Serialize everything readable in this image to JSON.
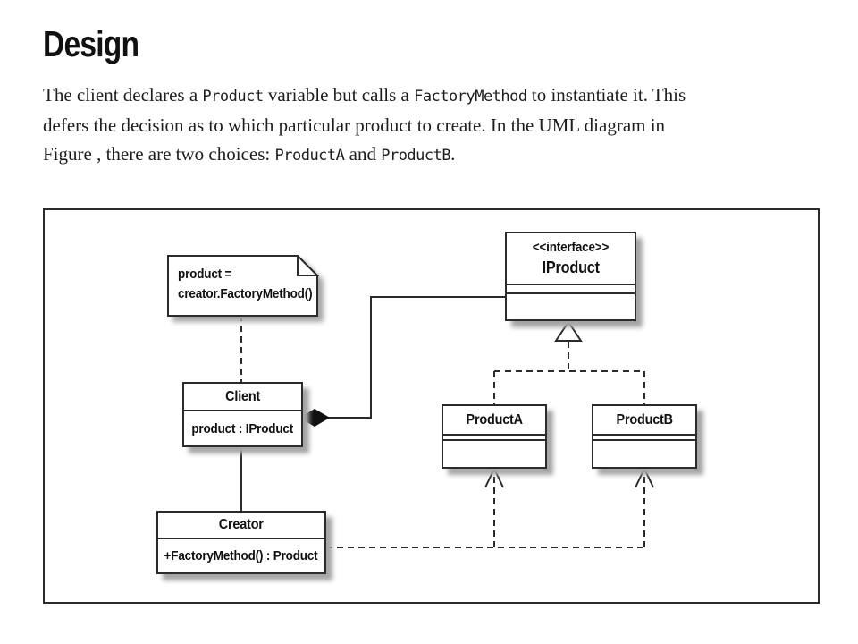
{
  "heading": "Design",
  "intro": {
    "parts": [
      "The client declares a ",
      "Product",
      " variable but calls a ",
      "FactoryMethod",
      " to instantiate it. This",
      "defers the decision as to which particular product to create. In the UML diagram in",
      "Figure , there are two choices: ",
      "ProductA",
      " and ",
      "ProductB",
      "."
    ]
  },
  "diagram": {
    "note": {
      "line1": "product =",
      "line2": "creator.FactoryMethod()"
    },
    "interface_box": {
      "stereotype": "<<interface>>",
      "name": "IProduct"
    },
    "client_box": {
      "name": "Client",
      "attribute": "product : IProduct"
    },
    "creator_box": {
      "name": "Creator",
      "operation": "+FactoryMethod() : Product"
    },
    "product_a_box": {
      "name": "ProductA"
    },
    "product_b_box": {
      "name": "ProductB"
    }
  },
  "colors": {
    "line": "#2b2b2b",
    "shadow": "#a6a6a6",
    "text": "#111111"
  }
}
